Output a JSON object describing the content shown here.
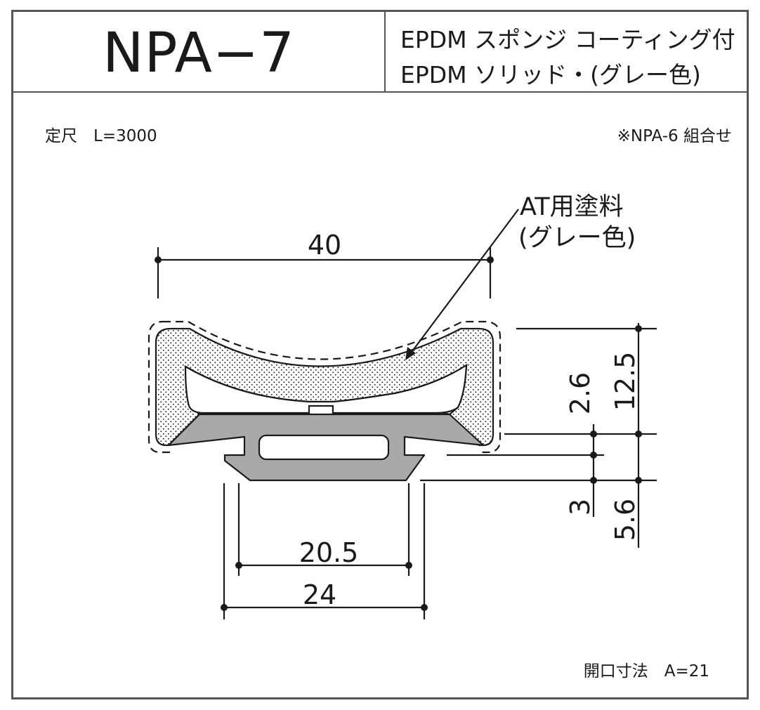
{
  "header": {
    "model": "NPA−7",
    "material_line1": "EPDM スポンジ コーティング付",
    "material_line2": "EPDM ソリッド・(グレー色)"
  },
  "notes": {
    "standard_length": "定尺　L=3000",
    "combination": "※NPA-6 組合せ",
    "opening": "開口寸法　A=21"
  },
  "callout": {
    "line1": "AT用塗料",
    "line2": "(グレー色)"
  },
  "dimensions": {
    "width_top": "40",
    "height_total": "12.5",
    "height_gap": "2.6",
    "flange_thickness": "3",
    "base_height": "5.6",
    "base_inner_width": "20.5",
    "base_outer_width": "24"
  },
  "colors": {
    "solid_rubber": "#a9a9a9",
    "sponge_fill": "#ffffff",
    "line": "#1a1a1a"
  }
}
